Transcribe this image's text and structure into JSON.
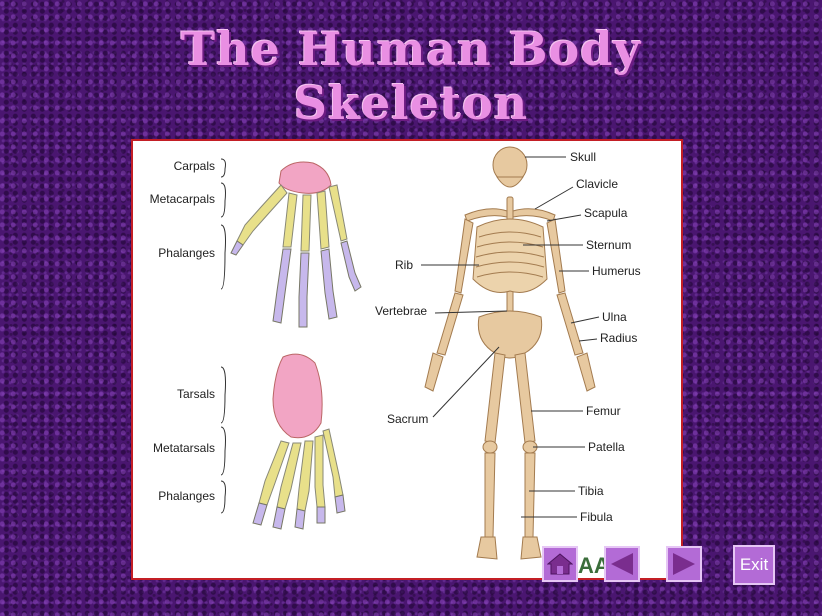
{
  "title": {
    "line1": "The Human Body",
    "line2": "Skeleton"
  },
  "diagram": {
    "hand_labels": [
      "Carpals",
      "Metacarpals",
      "Phalanges"
    ],
    "foot_labels": [
      "Tarsals",
      "Metatarsals",
      "Phalanges"
    ],
    "skeleton_right_labels": [
      "Skull",
      "Clavicle",
      "Scapula",
      "Sternum",
      "Humerus",
      "Ulna",
      "Radius",
      "Femur",
      "Patella",
      "Tibia",
      "Fibula"
    ],
    "skeleton_left_labels": [
      "Rib",
      "Vertebrae",
      "Sacrum"
    ]
  },
  "nav": {
    "logo_text": "AAM",
    "exit_label": "Exit"
  },
  "icons": {
    "home": "home-icon",
    "back": "arrow-left-icon",
    "forward": "arrow-right-icon"
  },
  "colors": {
    "background": "#4a1670",
    "title": "#e98fe3",
    "button": "#b36bd6",
    "bone": "#e7c9a0",
    "carpal_pink": "#f2a5c4",
    "metacarpal_yellow": "#e8e08a",
    "phalange_lavender": "#c7b8ec",
    "panel_border": "#c31e25"
  }
}
